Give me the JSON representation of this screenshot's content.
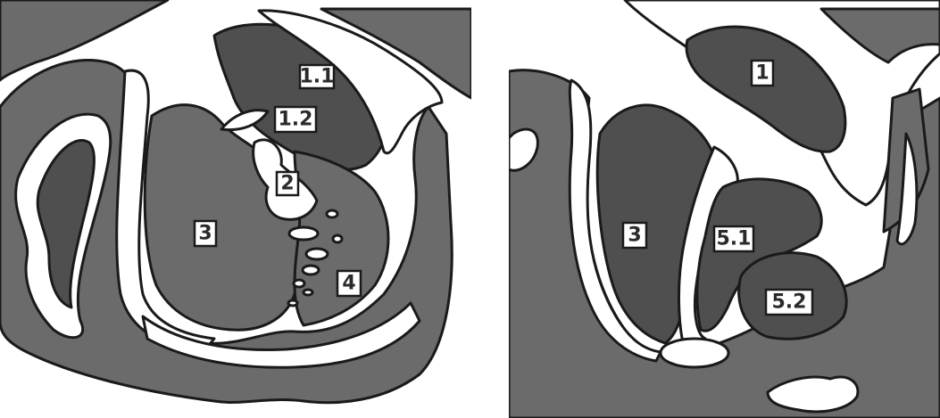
{
  "left_panel": {
    "labels": {
      "l11": "1.1",
      "l12": "1.2",
      "l2": "2",
      "l3": "3",
      "l4": "4"
    }
  },
  "right_panel": {
    "labels": {
      "r1": "1",
      "r3": "3",
      "r51": "5.1",
      "r52": "5.2"
    }
  },
  "colors": {
    "tissue": "#6b6b6b",
    "tissue_dark": "#4f4f4f",
    "background": "#ffffff",
    "outline": "#1a1a1a"
  }
}
